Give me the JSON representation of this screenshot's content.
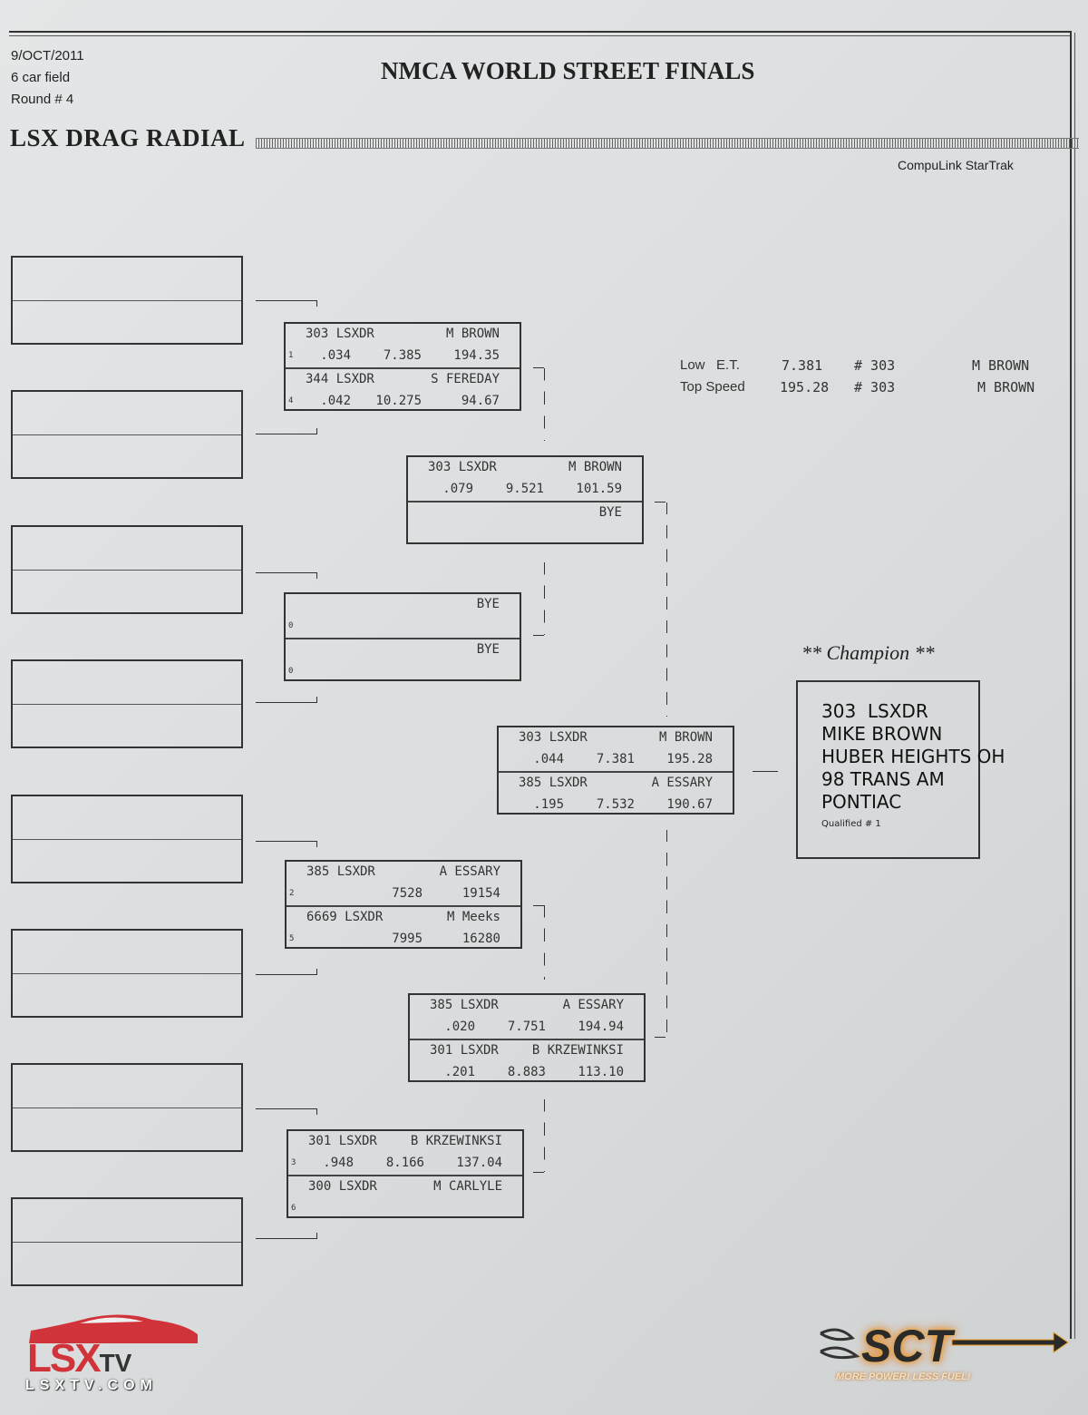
{
  "header": {
    "date": "9/OCT/2011",
    "field": "6 car field",
    "round": "Round # 4",
    "event_title": "NMCA WORLD STREET FINALS",
    "class_title": "LSX DRAG RADIAL",
    "vendor": "CompuLink StarTrak"
  },
  "records": {
    "low_et": {
      "label": "Low   E.T.",
      "value": "7.381",
      "car": "# 303",
      "driver": "M BROWN"
    },
    "top_speed": {
      "label": "Top Speed",
      "value": "195.28",
      "car": "# 303",
      "driver": "M BROWN"
    }
  },
  "matchups": [
    {
      "round": 1,
      "slots": [
        {
          "car": "303 LSXDR",
          "name": "M BROWN",
          "seed": "1",
          "rt": ".034",
          "et": "7.385",
          "mph": "194.35"
        },
        {
          "car": "344 LSXDR",
          "name": "S FEREDAY",
          "seed": "4",
          "rt": ".042",
          "et": "10.275",
          "mph": "94.67"
        }
      ]
    },
    {
      "round": 1,
      "slots": [
        {
          "car": "",
          "name": "BYE",
          "seed": "0",
          "rt": "",
          "et": "",
          "mph": ""
        },
        {
          "car": "",
          "name": "BYE",
          "seed": "0",
          "rt": "",
          "et": "",
          "mph": ""
        }
      ]
    },
    {
      "round": 1,
      "slots": [
        {
          "car": "385 LSXDR",
          "name": "A ESSARY",
          "seed": "2",
          "rt": "",
          "et": "7528",
          "mph": "19154"
        },
        {
          "car": "6669 LSXDR",
          "name": "M Meeks",
          "seed": "5",
          "rt": "",
          "et": "7995",
          "mph": "16280"
        }
      ]
    },
    {
      "round": 1,
      "slots": [
        {
          "car": "301 LSXDR",
          "name": "B KRZEWINKSI",
          "seed": "3",
          "rt": ".948",
          "et": "8.166",
          "mph": "137.04"
        },
        {
          "car": "300 LSXDR",
          "name": "M CARLYLE",
          "seed": "6",
          "rt": "",
          "et": "",
          "mph": ""
        }
      ]
    },
    {
      "round": 2,
      "slots": [
        {
          "car": "303 LSXDR",
          "name": "M BROWN",
          "seed": "",
          "rt": ".079",
          "et": "9.521",
          "mph": "101.59"
        },
        {
          "car": "",
          "name": "BYE",
          "seed": "",
          "rt": "",
          "et": "",
          "mph": ""
        }
      ]
    },
    {
      "round": 2,
      "slots": [
        {
          "car": "385 LSXDR",
          "name": "A ESSARY",
          "seed": "",
          "rt": ".020",
          "et": "7.751",
          "mph": "194.94"
        },
        {
          "car": "301 LSXDR",
          "name": "B KRZEWINKSI",
          "seed": "",
          "rt": ".201",
          "et": "8.883",
          "mph": "113.10"
        }
      ]
    },
    {
      "round": 3,
      "slots": [
        {
          "car": "303 LSXDR",
          "name": "M BROWN",
          "seed": "",
          "rt": ".044",
          "et": "7.381",
          "mph": "195.28"
        },
        {
          "car": "385 LSXDR",
          "name": "A ESSARY",
          "seed": "",
          "rt": ".195",
          "et": "7.532",
          "mph": "190.67"
        }
      ]
    }
  ],
  "champion": {
    "title": "** Champion **",
    "lines": [
      "303  LSXDR",
      "MIKE BROWN",
      "HUBER HEIGHTS OH",
      "98 TRANS AM",
      "PONTIAC"
    ],
    "qualified": "Qualified # 1"
  },
  "logos": {
    "lsx": {
      "brand": "LSX",
      "suffix": "TV",
      "url": "LSXTV.COM",
      "color": "#d0343a"
    },
    "sct": {
      "brand": "SCT",
      "tagline": "MORE POWER! LESS FUEL!",
      "color": "#f0a020"
    }
  }
}
